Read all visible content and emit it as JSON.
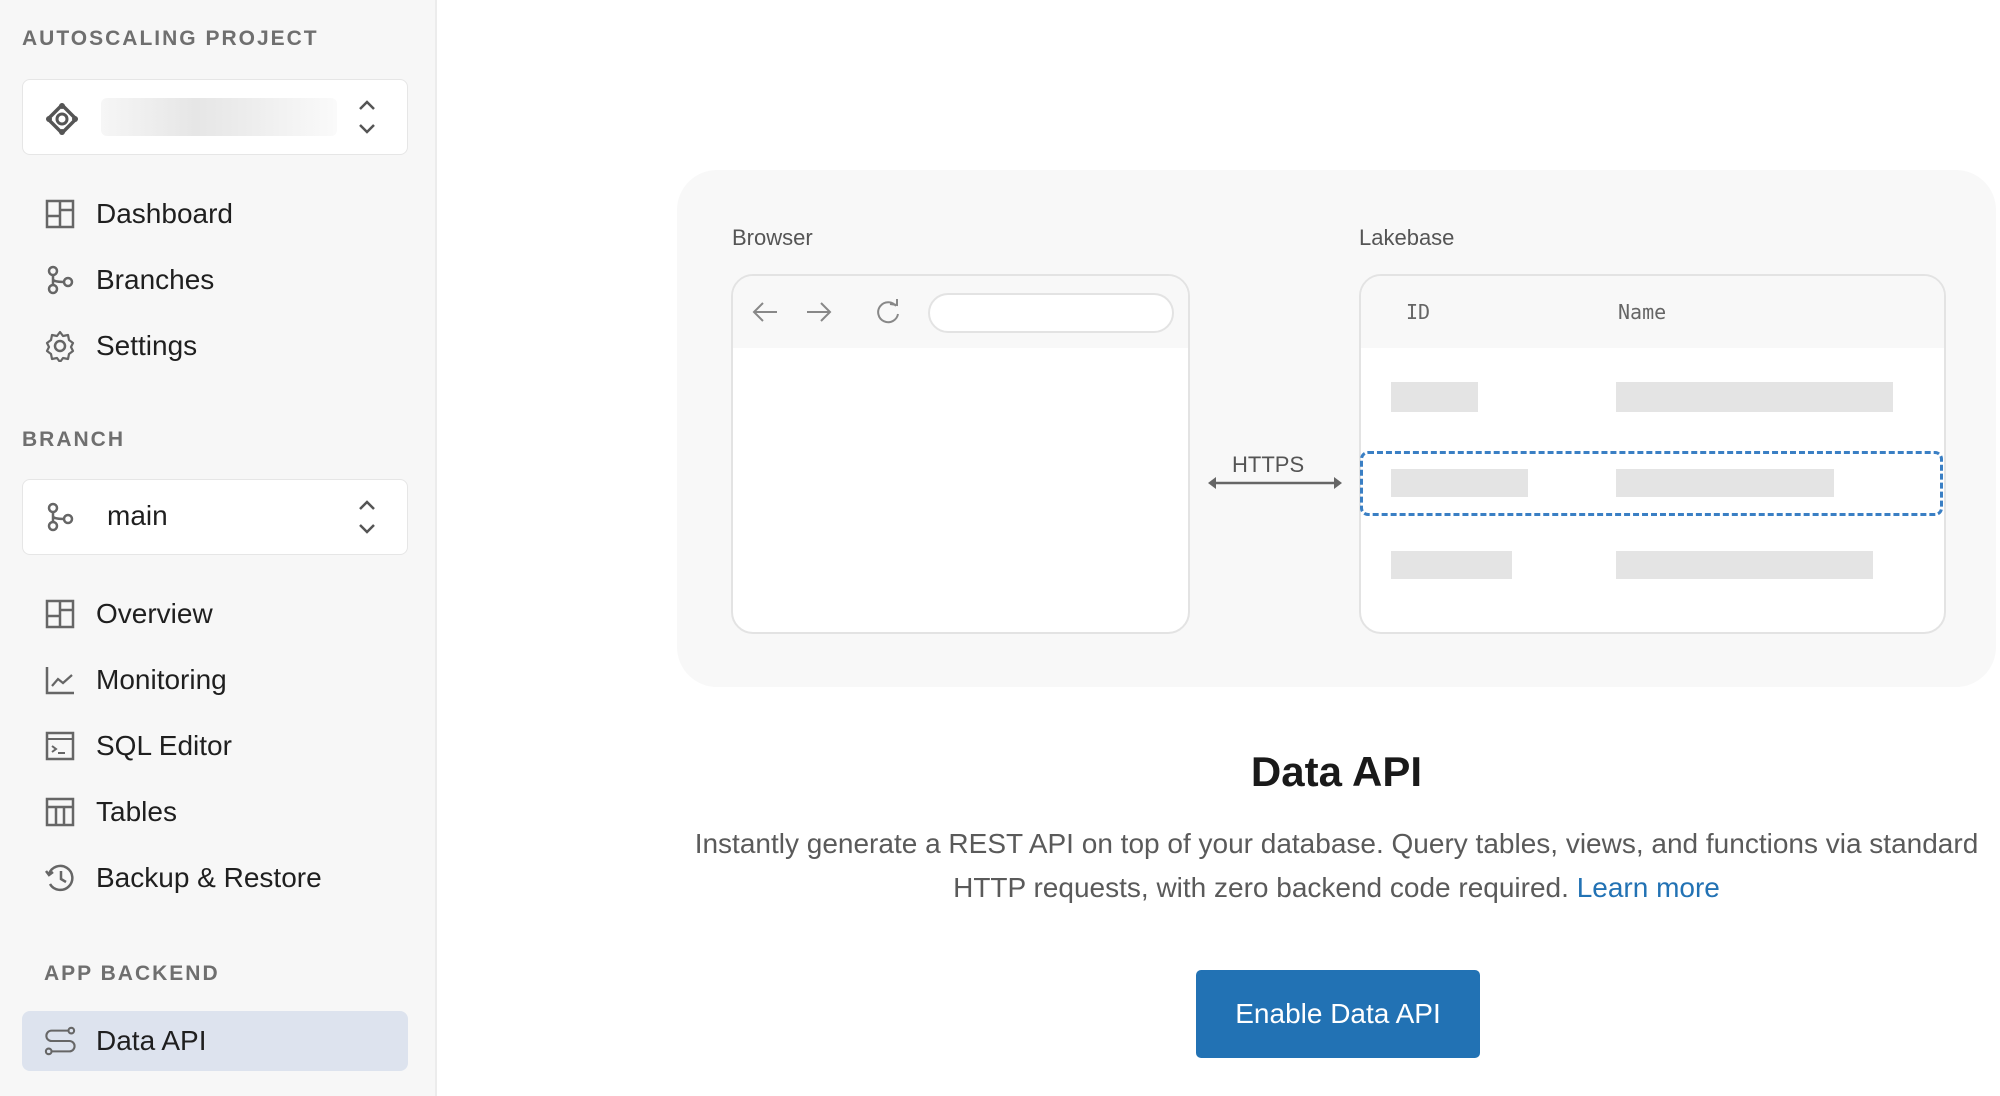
{
  "sidebar": {
    "project_section": "AUTOSCALING PROJECT",
    "project_items": [
      {
        "label": "Dashboard",
        "icon": "dashboard-icon"
      },
      {
        "label": "Branches",
        "icon": "branch-icon"
      },
      {
        "label": "Settings",
        "icon": "gear-icon"
      }
    ],
    "branch_section": "BRANCH",
    "branch_value": "main",
    "branch_items": [
      {
        "label": "Overview",
        "icon": "dashboard-icon"
      },
      {
        "label": "Monitoring",
        "icon": "chart-line-icon"
      },
      {
        "label": "SQL Editor",
        "icon": "terminal-icon"
      },
      {
        "label": "Tables",
        "icon": "table-icon"
      },
      {
        "label": "Backup & Restore",
        "icon": "history-icon"
      }
    ],
    "app_section": "APP BACKEND",
    "app_items": [
      {
        "label": "Data API",
        "icon": "route-icon",
        "active": true
      }
    ]
  },
  "illustration": {
    "browser_label": "Browser",
    "lakebase_label": "Lakebase",
    "protocol_label": "HTTPS",
    "columns": [
      "ID",
      "Name"
    ]
  },
  "main": {
    "title": "Data API",
    "description": "Instantly generate a REST API on top of your database. Query tables, views, and functions via standard HTTP requests, with zero backend code required.",
    "learn_more": "Learn more",
    "enable_button": "Enable Data API"
  },
  "colors": {
    "accent": "#2272b4",
    "active_bg": "#dde3ee",
    "sidebar_bg": "#f7f7f7"
  }
}
